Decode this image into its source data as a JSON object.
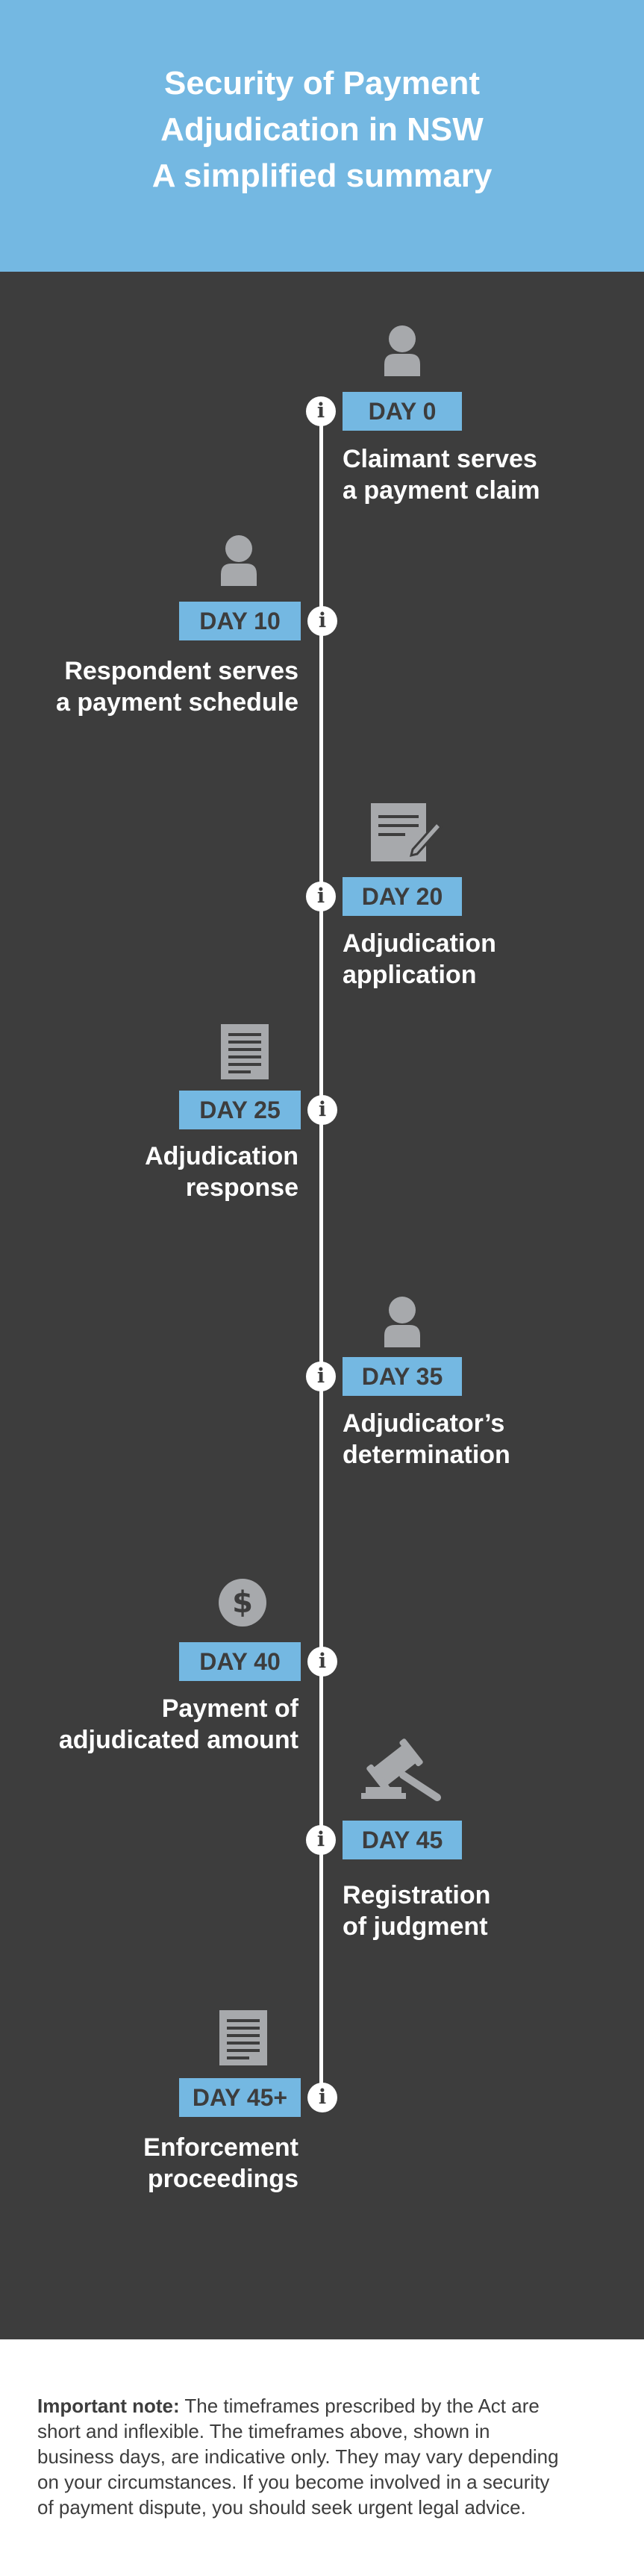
{
  "header": {
    "title_lines": [
      "Security of Payment",
      "Adjudication in NSW",
      "A simplified summary"
    ]
  },
  "colors": {
    "header_blue": "#74b8e2",
    "timeline_dark": "#3d3d3d",
    "icon_grey": "#a7a9ac",
    "text_white": "#ffffff"
  },
  "steps": [
    {
      "day": "DAY 0",
      "icon": "person-icon",
      "lines": [
        "Claimant serves",
        "a payment claim"
      ]
    },
    {
      "day": "DAY 10",
      "icon": "person-icon",
      "lines": [
        "Respondent serves",
        "a payment schedule"
      ]
    },
    {
      "day": "DAY 20",
      "icon": "document-pen-icon",
      "lines": [
        "Adjudication",
        "application"
      ]
    },
    {
      "day": "DAY 25",
      "icon": "document-icon",
      "lines": [
        "Adjudication",
        "response"
      ]
    },
    {
      "day": "DAY 35",
      "icon": "person-icon",
      "lines": [
        "Adjudicator’s",
        "determination"
      ]
    },
    {
      "day": "DAY 40",
      "icon": "dollar-coin-icon",
      "lines": [
        "Payment of",
        "adjudicated amount"
      ]
    },
    {
      "day": "DAY 45",
      "icon": "gavel-icon",
      "lines": [
        "Registration",
        "of judgment"
      ]
    },
    {
      "day": "DAY 45+",
      "icon": "document-icon",
      "lines": [
        "Enforcement",
        "proceedings"
      ]
    }
  ],
  "info_glyph": "i",
  "note": {
    "bold_lead": "Important note:",
    "line1_rest": " The timeframes prescribed by the Act are",
    "line2": "short and inflexible. The timeframes above, shown in",
    "line3": "business days, are indicative only. They may vary depending",
    "line4": "on your circumstances. If you become involved in a security",
    "line5": "of payment dispute, you should seek urgent legal advice."
  }
}
